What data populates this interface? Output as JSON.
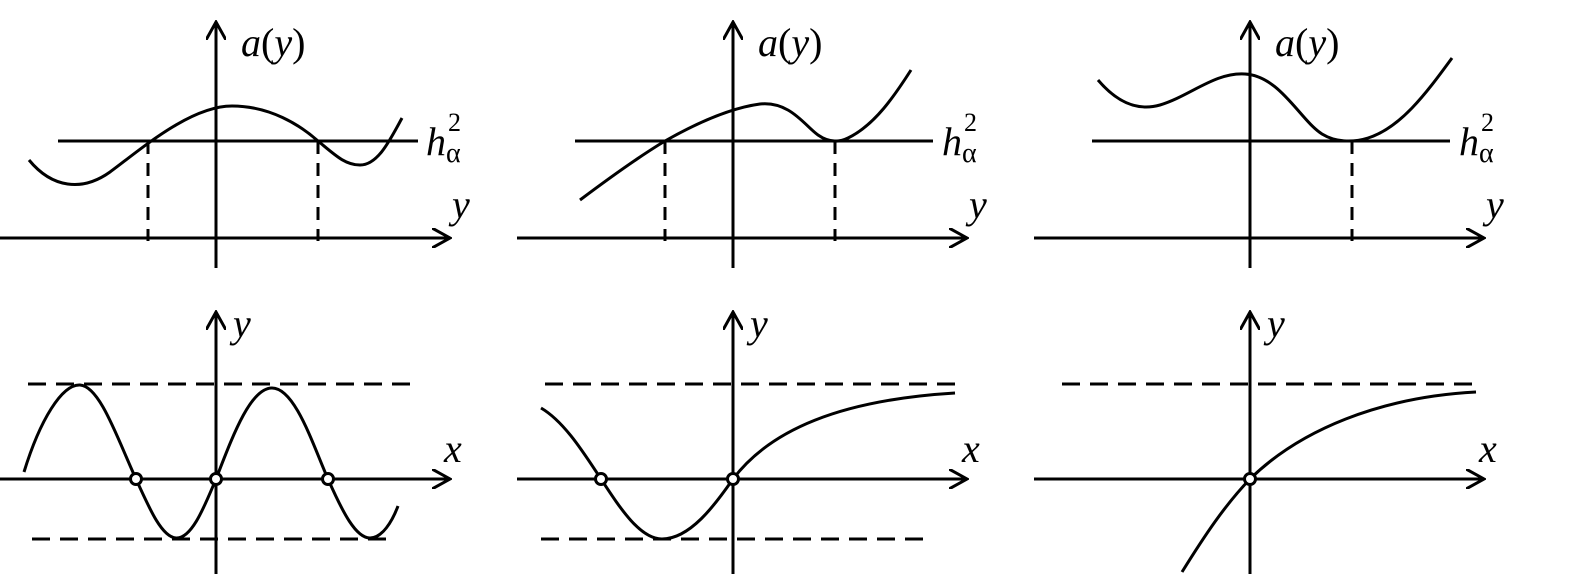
{
  "top_row": {
    "axis_label_vertical": "a(y)",
    "axis_label_vertical_func": "a",
    "axis_label_vertical_arg": "y",
    "axis_label_horizontal": "y",
    "level_label_base": "h",
    "level_label_subscript": "α",
    "level_label_superscript": "2",
    "panels": 3
  },
  "bottom_row": {
    "axis_label_vertical": "y",
    "axis_label_horizontal": "x",
    "panels": 3
  },
  "colors": {
    "stroke": "#000000",
    "background": "#ffffff"
  }
}
